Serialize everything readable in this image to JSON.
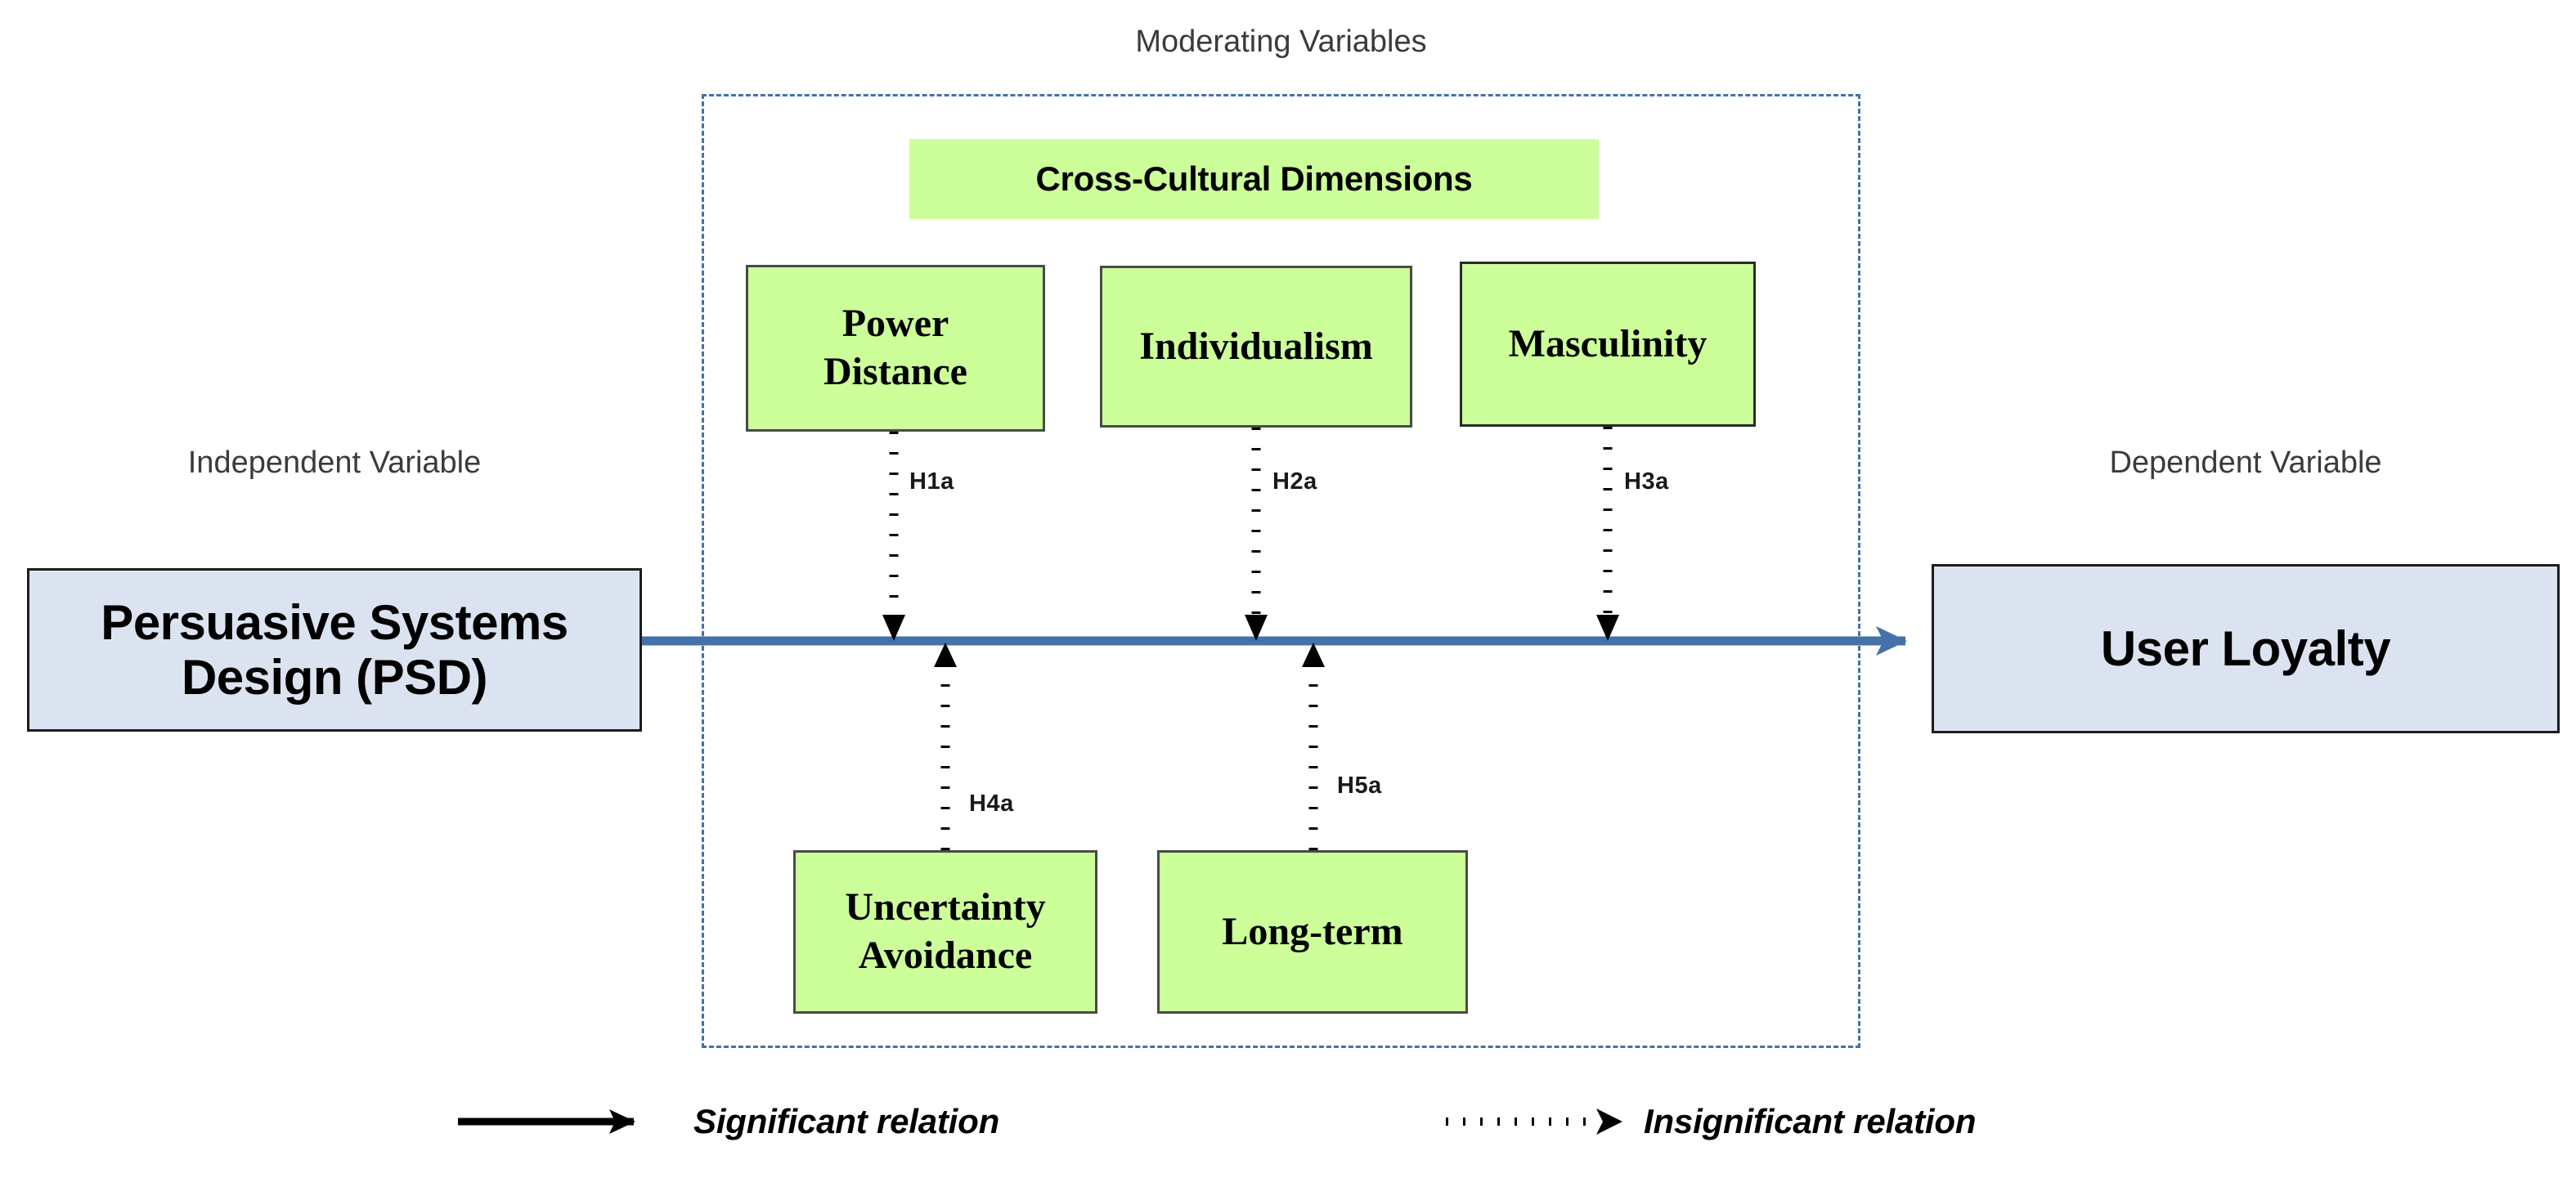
{
  "labels": {
    "independent_variable": "Independent Variable",
    "moderating_variables": "Moderating Variables",
    "dependent_variable": "Dependent Variable"
  },
  "independent": {
    "box_text": "Persuasive Systems\nDesign (PSD)",
    "line1": "Persuasive Systems",
    "line2": "Design (PSD)"
  },
  "dependent": {
    "box_text": "User Loyalty"
  },
  "moderating": {
    "banner": "Cross-Cultural Dimensions",
    "boxes": [
      {
        "id": "power-distance",
        "line1": "Power",
        "line2": "Distance"
      },
      {
        "id": "individualism",
        "line1": "Individualism",
        "line2": ""
      },
      {
        "id": "masculinity",
        "line1": "Masculinity",
        "line2": ""
      },
      {
        "id": "uncertainty-avoidance",
        "line1": "Uncertainty",
        "line2": "Avoidance"
      },
      {
        "id": "long-term",
        "line1": "Long-term",
        "line2": ""
      }
    ]
  },
  "hypotheses": [
    {
      "id": "h1a",
      "label": "H1a",
      "from": "power-distance"
    },
    {
      "id": "h2a",
      "label": "H2a",
      "from": "individualism"
    },
    {
      "id": "h3a",
      "label": "H3a",
      "from": "masculinity"
    },
    {
      "id": "h4a",
      "label": "H4a",
      "from": "uncertainty-avoidance"
    },
    {
      "id": "h5a",
      "label": "H5a",
      "from": "long-term"
    }
  ],
  "legend": {
    "significant": "Significant relation",
    "insignificant": "Insignificant relation"
  },
  "colors": {
    "green_fill": "#ccff99",
    "blue_fill": "#dbe3f1",
    "accent_blue": "#4472a8",
    "dashed_border": "#4472a8",
    "box_border": "#1c1c1c",
    "caption_text": "#3b3b3b",
    "connector_black": "#000000",
    "background": "#ffffff"
  }
}
